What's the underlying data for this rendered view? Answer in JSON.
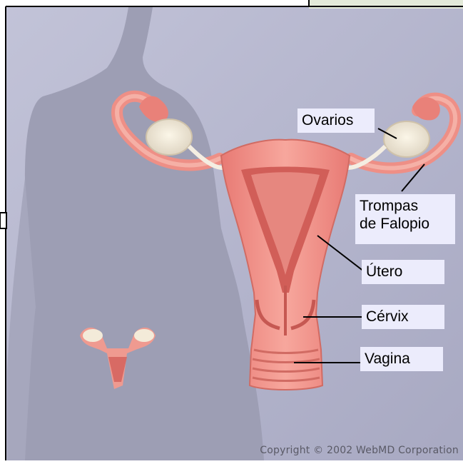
{
  "labels": {
    "ovarios": "Ovarios",
    "trompas_line1": "Trompas",
    "trompas_line2": "de Falopio",
    "utero": "Útero",
    "cervix": "Cérvix",
    "vagina": "Vagina"
  },
  "copyright": "Copyright © 2002 WebMD Corporation",
  "colors": {
    "background": "#b3b4cc",
    "silhouette": "#9c9db3",
    "organ": "#ef8e86",
    "organ_dark": "#d86a64",
    "label_bg": "#ececfc"
  }
}
